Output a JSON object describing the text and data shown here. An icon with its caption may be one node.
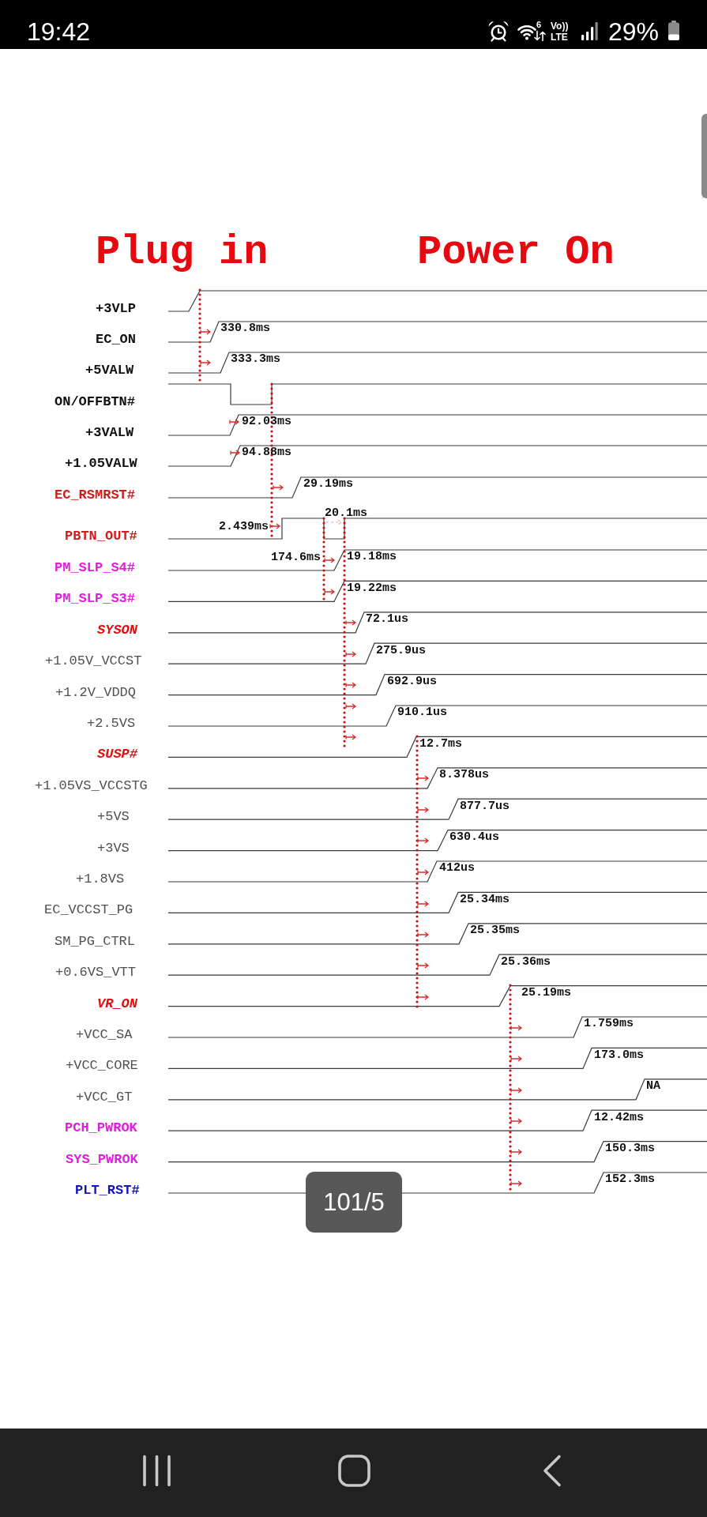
{
  "diagram": {
    "labels": [
      "19:42",
      "6",
      "Vo))",
      "LTE",
      "29%",
      "Plug in",
      "Power On",
      "+3VLP",
      "EC_ON",
      "330.8ms",
      "+5VALW",
      "333.3ms",
      "ON/OFFBTN#",
      "+3VALW",
      "92.03ms",
      "+1.05VALW",
      "94.88ms",
      "EC_RSMRST#",
      "29.19ms",
      "PBTN_OUT#",
      "2.439ms",
      "20.1ms",
      "174.6ms",
      "PM_SLP_S4#",
      "19.18ms",
      "PM_SLP_S3#",
      "19.22ms",
      "SYSON",
      "72.1us",
      "+1.05V_VCCST",
      "275.9us",
      "+1.2V_VDDQ",
      "692.9us",
      "+2.5VS",
      "910.1us",
      "SUSP#",
      "12.7ms",
      "+1.05VS_VCCSTG",
      "8.378us",
      "+5VS",
      "877.7us",
      "+3VS",
      "630.4us",
      "+1.8VS",
      "412us",
      "EC_VCCST_PG",
      "25.34ms",
      "SM_PG_CTRL",
      "25.35ms",
      "+0.6VS_VTT",
      "25.36ms",
      "VR_ON",
      "25.19ms",
      "+VCC_SA",
      "1.759ms",
      "+VCC_CORE",
      "173.0ms",
      "+VCC_GT",
      "NA",
      "PCH_PWROK",
      "12.42ms",
      "SYS_PWROK",
      "150.3ms",
      "PLT_RST#",
      "152.3ms",
      "101/5"
    ]
  }
}
